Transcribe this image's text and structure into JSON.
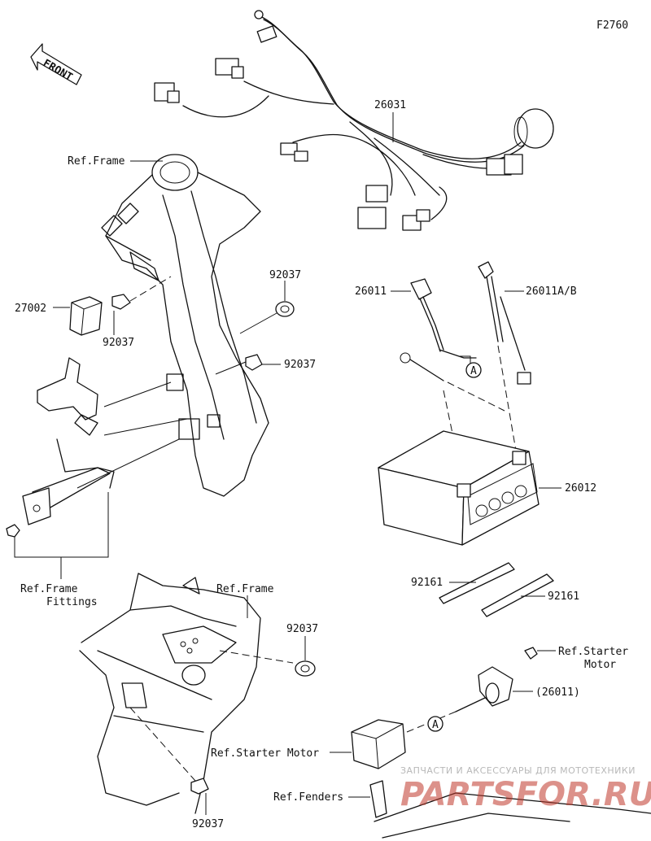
{
  "figure_code": "F2760",
  "front_arrow_label": "FRONT",
  "labels": {
    "harness": "26031",
    "ref_frame_top": "Ref.Frame",
    "relay": "27002",
    "clamp_left": "92037",
    "clamp_right_top": "92037",
    "clamp_right_mid": "92037",
    "cable_pos": "26011",
    "cable_neg": "26011A/B",
    "battery": "26012",
    "ref_frame_fittings_1": "Ref.Frame",
    "ref_frame_fittings_2": "Fittings",
    "ref_frame_lower": "Ref.Frame",
    "clamp_lower_right": "92037",
    "clamp_lower_bottom": "92037",
    "strip_left": "92161",
    "strip_right": "92161",
    "ref_starter_motor_top_1": "Ref.Starter",
    "ref_starter_motor_top_2": "Motor",
    "cable_pos_paren": "(26011)",
    "ref_starter_motor_lower": "Ref.Starter Motor",
    "ref_fenders": "Ref.Fenders",
    "circle_a_top": "A",
    "circle_a_bottom": "A"
  },
  "watermark": {
    "line1": "ЗАПЧАСТИ И АКСЕССУАРЫ ДЛЯ МОТОТЕХНИКИ",
    "line2": "PARTSFOR.RU"
  }
}
